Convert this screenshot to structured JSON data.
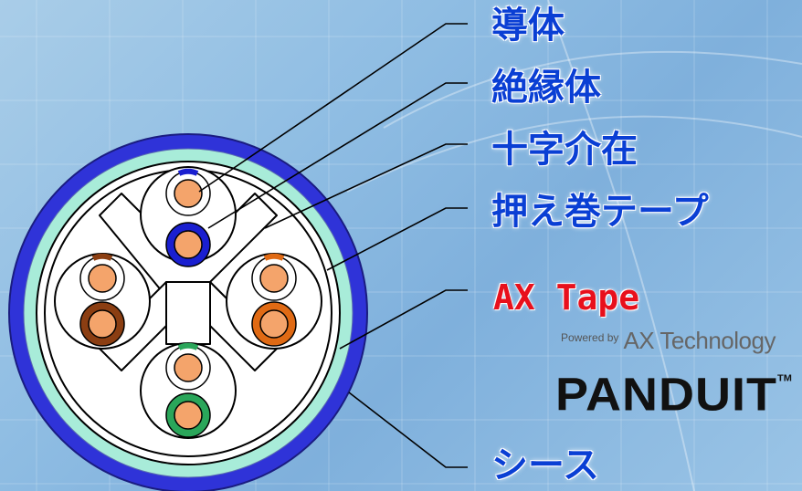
{
  "labels": {
    "conductor": "導体",
    "insulation": "絶縁体",
    "cross_filler": "十字介在",
    "binder_tape": "押え巻テープ",
    "ax_tape": "AX Tape",
    "sheath": "シース"
  },
  "branding": {
    "powered_by": "Powered by",
    "technology": "AX Technology",
    "brand": "PANDUIT",
    "trademark": "TM"
  },
  "colors": {
    "label_text": "#0a3fd4",
    "ax_tape_text": "#e8101c",
    "sheath": "#2f33d8",
    "ax_tape_layer": "#a8ecd9",
    "conductor": "#f4a46b",
    "pair_blue": "#1a1fd0",
    "pair_brown": "#8b3e12",
    "pair_orange": "#e06a14",
    "pair_green": "#2aa65a",
    "leader_line": "#000000",
    "brand_text": "#111111"
  }
}
